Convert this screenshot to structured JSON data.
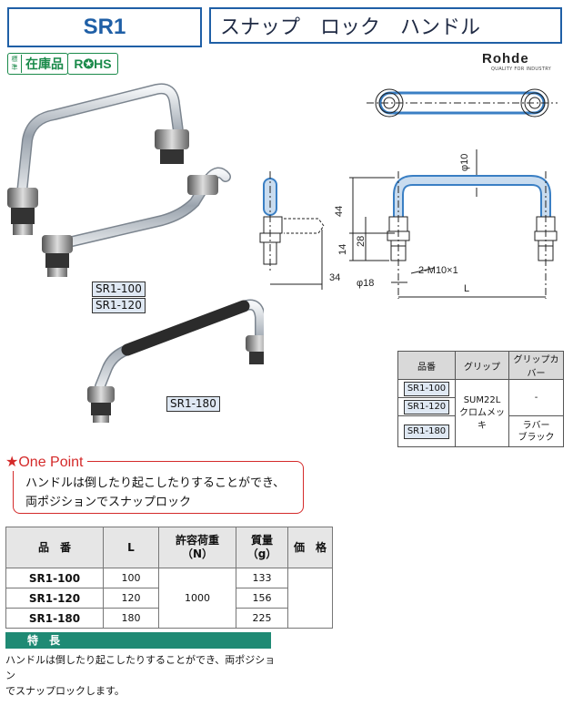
{
  "header": {
    "code": "SR1",
    "title": "スナップ　ロック　ハンドル"
  },
  "badges": {
    "stock_prefix": [
      "標",
      "準"
    ],
    "stock": "在庫品",
    "rohs": "R✪HS"
  },
  "brand": {
    "name": "Rohde",
    "tagline": "QUALITY FOR INDUSTRY"
  },
  "photo_labels": {
    "pair": [
      "SR1-100",
      "SR1-120"
    ],
    "single": "SR1-180"
  },
  "drawing": {
    "dims": {
      "diameter_top": "φ10",
      "h44": "44",
      "h28": "28",
      "h14": "14",
      "thread": "2-M10×1",
      "d18": "φ18",
      "L": "L",
      "side_width": "34"
    }
  },
  "spec_table": {
    "headers": [
      "品番",
      "グリップ",
      "グリップカバー"
    ],
    "models": [
      "SR1-100",
      "SR1-120",
      "SR1-180"
    ],
    "grip": [
      "SUM22L",
      "クロムメッキ"
    ],
    "cover_dash": "-",
    "cover_rubber": [
      "ラバー",
      "ブラック"
    ]
  },
  "one_point": {
    "title": "★One Point",
    "lines": [
      "ハンドルは倒したり起こしたりすることができ、",
      "両ポジションでスナップロック"
    ]
  },
  "main_table": {
    "headers": {
      "model": "品　番",
      "L": "L",
      "load": [
        "許容荷重",
        "（N）"
      ],
      "mass": [
        "質量",
        "（g）"
      ],
      "price": "価　格"
    },
    "rows": [
      {
        "model": "SR1-100",
        "L": "100",
        "mass": "133"
      },
      {
        "model": "SR1-120",
        "L": "120",
        "mass": "156"
      },
      {
        "model": "SR1-180",
        "L": "180",
        "mass": "225"
      }
    ],
    "load_value": "1000"
  },
  "features": {
    "title": "特　長",
    "lines": [
      "ハンドルは倒したり起こしたりすることができ、両ポジション",
      "でスナップロックします。"
    ]
  }
}
